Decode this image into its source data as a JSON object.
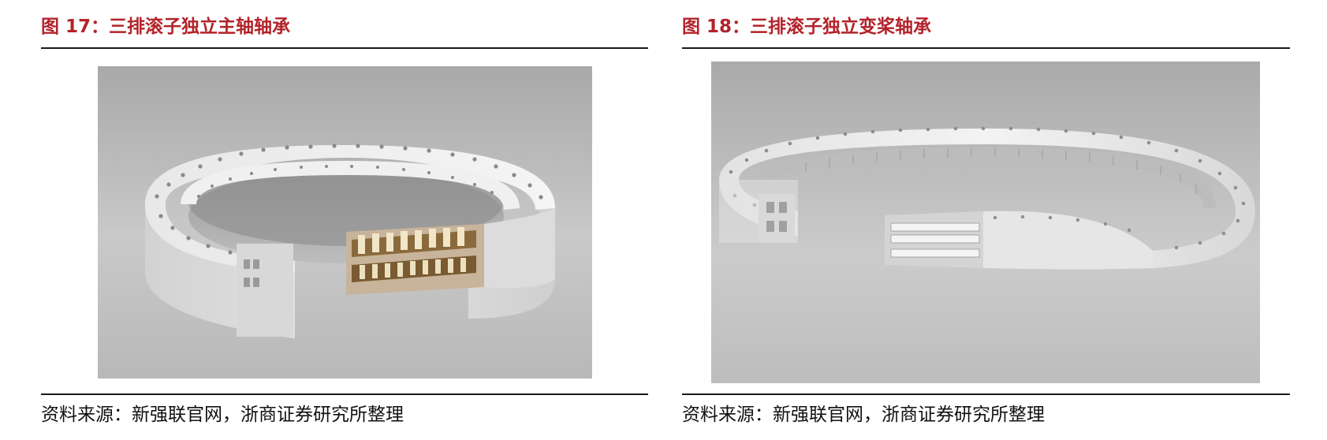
{
  "figures": [
    {
      "title": "图 17：三排滚子独立主轴轴承",
      "source": "资料来源：新强联官网，浙商证券研究所整理"
    },
    {
      "title": "图 18：三排滚子独立变桨轴承",
      "source": "资料来源：新强联官网，浙商证券研究所整理"
    }
  ],
  "colors": {
    "title": "#b3232a",
    "rule": "#1a1a1a",
    "background": "#ffffff"
  }
}
